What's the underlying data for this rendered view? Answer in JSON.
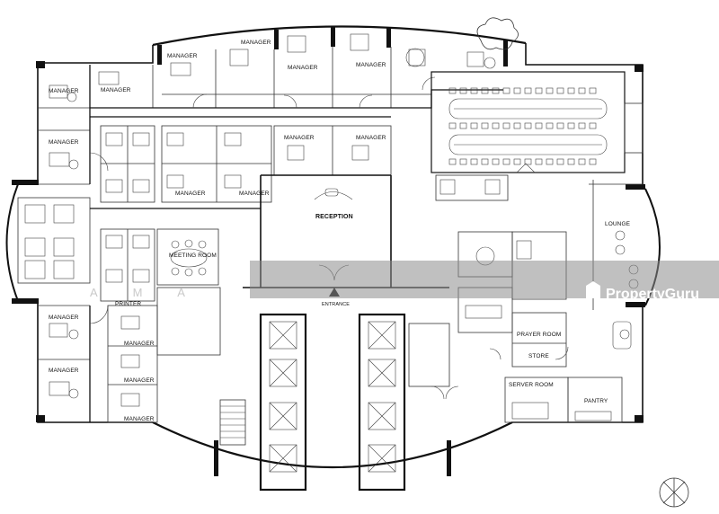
{
  "labels": {
    "reception": "RECEPTION",
    "entrance": "ENTRANCE",
    "lounge": "LOUNGE",
    "meeting_room": "MEETING ROOM",
    "printer": "PRINTER",
    "prayer_room": "PRAYER ROOM",
    "store": "STORE",
    "server_room": "SERVER ROOM",
    "pantry": "PANTRY",
    "manager": "MANAGER"
  },
  "watermark": {
    "brand": "PropertyGuru",
    "ghost": "A M A"
  },
  "colors": {
    "line": "#111111",
    "band": "#8c8c8c",
    "background": "#ffffff"
  }
}
